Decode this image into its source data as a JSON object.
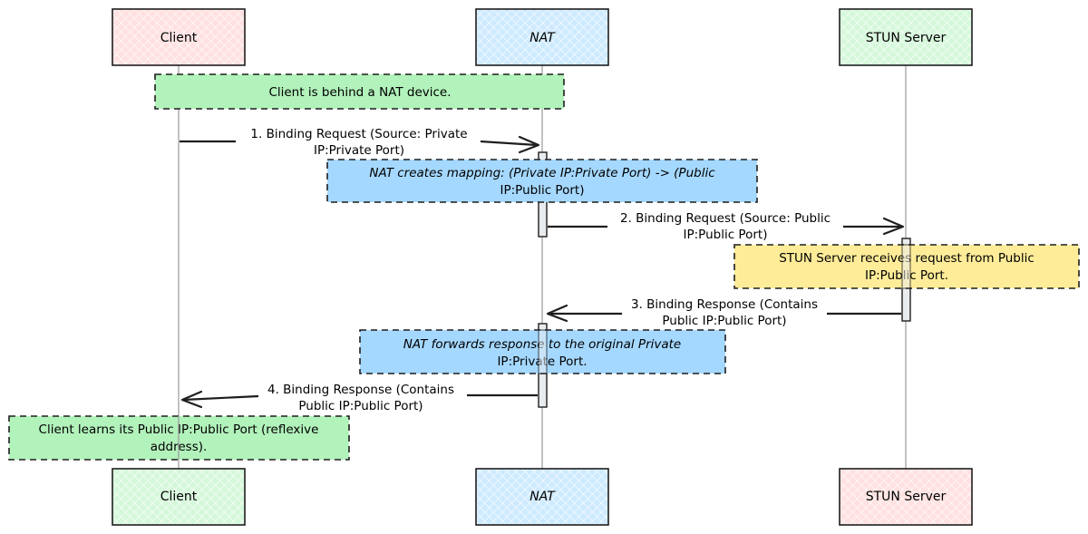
{
  "participants": [
    {
      "id": "client",
      "name": "Client",
      "top_fill": "#ffc9c9",
      "bottom_fill": "#b2f2bb"
    },
    {
      "id": "nat",
      "name": "NAT",
      "top_fill": "#a5d8ff",
      "bottom_fill": "#a5d8ff"
    },
    {
      "id": "stun",
      "name": "STUN Server",
      "top_fill": "#b2f2bb",
      "bottom_fill": "#ffc9c9"
    }
  ],
  "notes": [
    {
      "id": "note-behind-nat",
      "lines": [
        "Client is behind a NAT device."
      ],
      "fill": "#b2f2bb"
    },
    {
      "id": "note-nat-mapping",
      "lines": [
        "NAT creates mapping: (Private IP:Private Port) -> (Public",
        "IP:Public Port)"
      ],
      "fill": "#a5d8ff"
    },
    {
      "id": "note-stun-receives",
      "lines": [
        "STUN Server receives request from Public",
        "IP:Public Port."
      ],
      "fill": "#ffec99"
    },
    {
      "id": "note-nat-forwards",
      "lines": [
        "NAT forwards response to the original Private",
        "IP:Private Port."
      ],
      "fill": "#a5d8ff"
    },
    {
      "id": "note-client-learns",
      "lines": [
        "Client learns its Public IP:Public Port (reflexive",
        "address)."
      ],
      "fill": "#b2f2bb"
    }
  ],
  "messages": [
    {
      "id": "msg-1",
      "lines": [
        "1. Binding Request (Source: Private",
        "IP:Private Port)"
      ]
    },
    {
      "id": "msg-2",
      "lines": [
        "2. Binding Request (Source: Public",
        "IP:Public Port)"
      ]
    },
    {
      "id": "msg-3",
      "lines": [
        "3. Binding Response (Contains",
        "Public IP:Public Port)"
      ]
    },
    {
      "id": "msg-4",
      "lines": [
        "4. Binding Response (Contains",
        "Public IP:Public Port)"
      ]
    }
  ],
  "colors": {
    "stroke": "#1e1e1e",
    "lifeline": "#9a9a9a",
    "activation": "#e9ecef"
  }
}
